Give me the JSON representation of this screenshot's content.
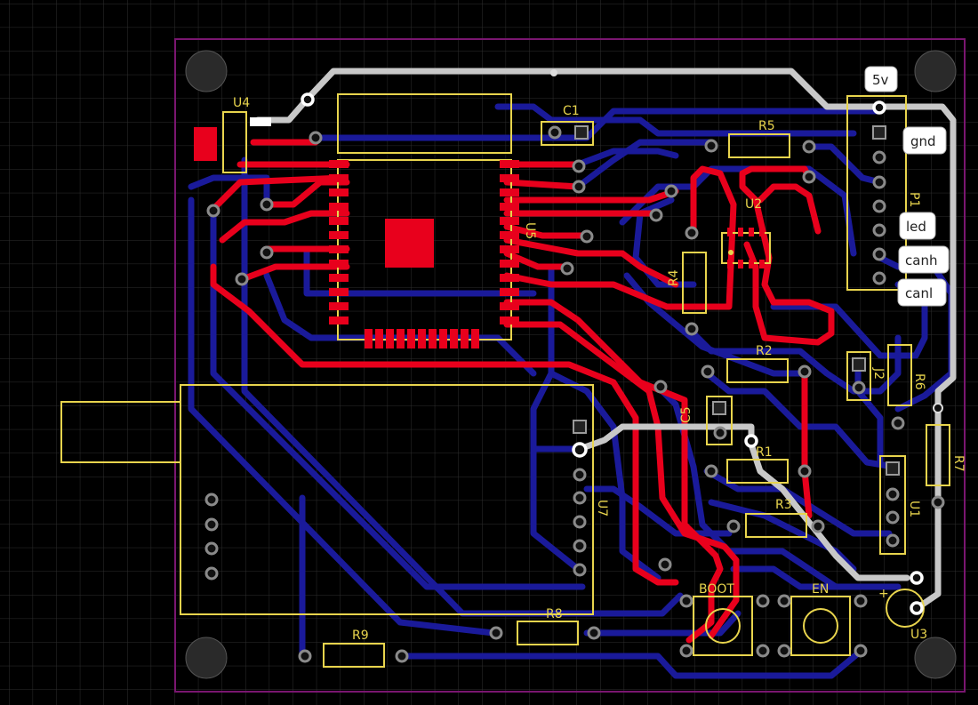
{
  "designators": {
    "u4": "U4",
    "c1": "C1",
    "r5": "R5",
    "u2": "U2",
    "u5": "U5",
    "p1": "P1",
    "r4": "R4",
    "r2": "R2",
    "j2": "J2",
    "r6": "R6",
    "c5": "C5",
    "r1": "R1",
    "r7": "R7",
    "r3": "R3",
    "u1": "U1",
    "u7": "U7",
    "boot": "BOOT",
    "en": "EN",
    "r8": "R8",
    "r9": "R9",
    "u3": "U3",
    "plus": "+"
  },
  "net_labels": {
    "v5": "5v",
    "gnd": "gnd",
    "led": "led",
    "canh": "canh",
    "canl": "canl"
  },
  "colors": {
    "background": "#000000",
    "grid": "#2e2e2e",
    "board_outline": "#7a1670",
    "silkscreen": "#e8d44d",
    "top_copper": "#e8001c",
    "bottom_copper": "#1a1a9a",
    "power_trace": "#c8c8c8"
  }
}
